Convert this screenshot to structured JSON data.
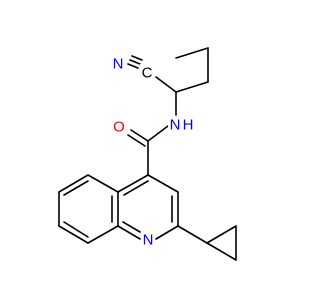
{
  "atom_labels": {
    "n_cyano": "N",
    "c_cyano": "C",
    "o_carbonyl": "O",
    "n_amide": "N",
    "h_amide": "H",
    "n_ring": "N"
  },
  "colors": {
    "nitrogen": "#0000ff",
    "oxygen": "#ff0000",
    "carbon": "#000000",
    "bond": "#000000",
    "background": "#ffffff"
  }
}
